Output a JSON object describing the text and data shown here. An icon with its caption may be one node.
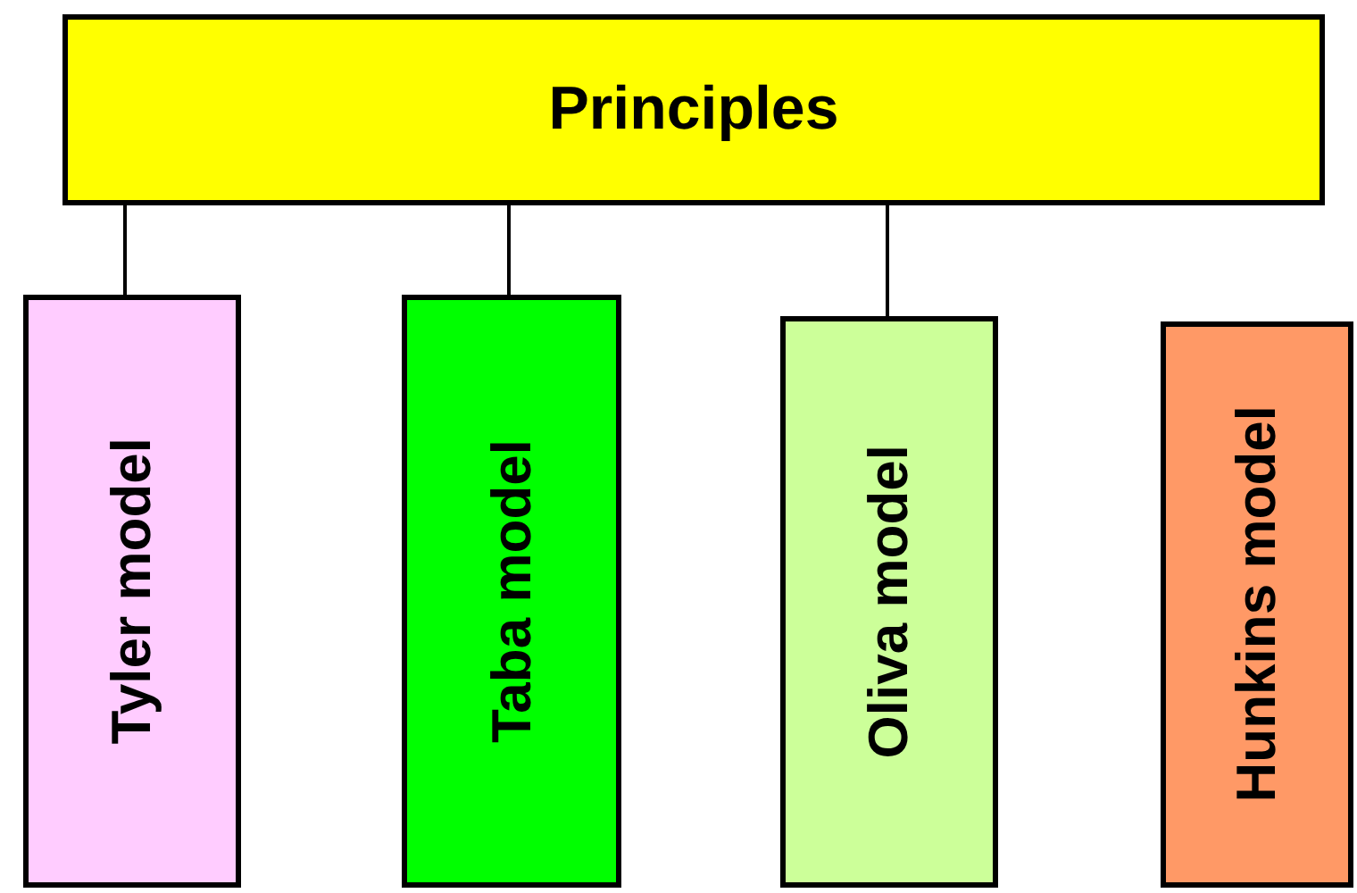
{
  "diagram": {
    "nodes": [
      {
        "text": [
          "Principles"
        ]
      },
      {
        "text": [
          "Tyler model"
        ]
      },
      {
        "text": [
          "Taba model"
        ]
      },
      {
        "text": [
          "Oliva model"
        ]
      },
      {
        "text": [
          "Hunkins model"
        ]
      }
    ],
    "edges": [
      {
        "from": 0,
        "to": 1,
        "arrow": "none"
      },
      {
        "from": 0,
        "to": 2,
        "arrow": "none"
      },
      {
        "from": 0,
        "to": 3,
        "arrow": "none"
      }
    ]
  }
}
